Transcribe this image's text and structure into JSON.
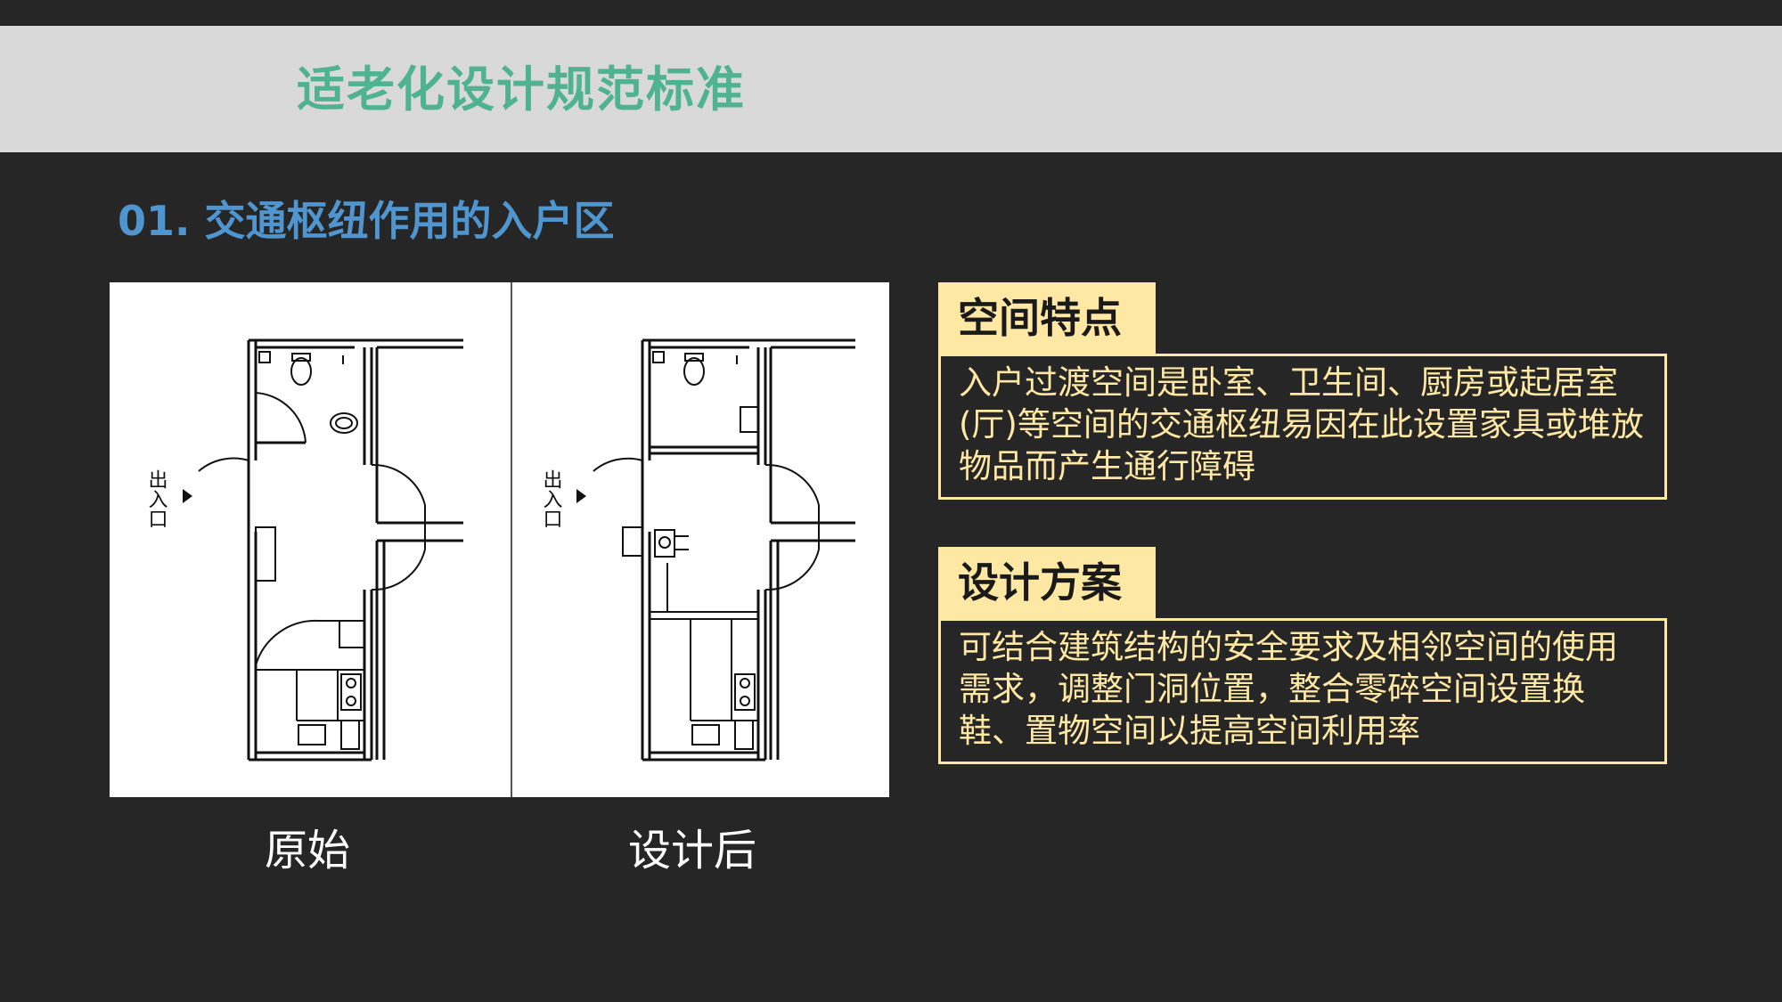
{
  "header": {
    "title": "适老化设计规范标准"
  },
  "section": {
    "title": "01. 交通枢纽作用的入户区"
  },
  "plans": {
    "left_caption": "原始",
    "right_caption": "设计后",
    "entrance_label": "出入口"
  },
  "features": {
    "label": "空间特点",
    "text": "入户过渡空间是卧室、卫生间、厨房或起居室(厅)等空间的交通枢纽易因在此设置家具或堆放物品而产生通行障碍"
  },
  "solution": {
    "label": "设计方案",
    "text": "可结合建筑结构的安全要求及相邻空间的使用需求，调整门洞位置，整合零碎空间设置换鞋、置物空间以提高空间利用率"
  },
  "colors": {
    "background": "#262626",
    "title_band": "#d9d9d9",
    "title_text": "#4fb392",
    "section_text": "#4f95cf",
    "accent_yellow": "#ffe8a3"
  }
}
